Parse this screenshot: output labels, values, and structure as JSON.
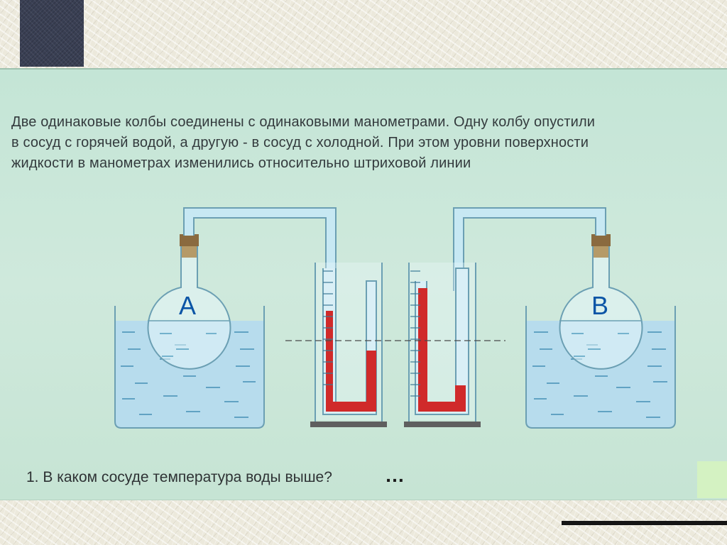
{
  "slide": {
    "intro_lines": [
      "Две одинаковые колбы соединены с одинаковыми манометрами. Одну колбу опустили",
      "в сосуд с горячей водой, а другую - в сосуд с холодной. При этом уровни поверхности",
      "жидкости в манометрах изменились относительно штриховой линии"
    ],
    "flask_labels": {
      "left": "А",
      "right": "В"
    },
    "question": "1. В каком сосуде температура воды выше?",
    "ellipsis": "…"
  },
  "colors": {
    "panel_bg": "#c8e6d8",
    "water": "#b7dced",
    "tube_fill": "#c7e8f3",
    "tube_stroke": "#6b9fb3",
    "mercury": "#d02a2a",
    "label": "#0b55a6",
    "cork": "#8a6a3f"
  },
  "manometers": {
    "left": {
      "closed_column_level": 0.72,
      "open_column_level": 0.38
    },
    "right": {
      "closed_column_level": 0.9,
      "open_column_level": 0.14
    }
  }
}
